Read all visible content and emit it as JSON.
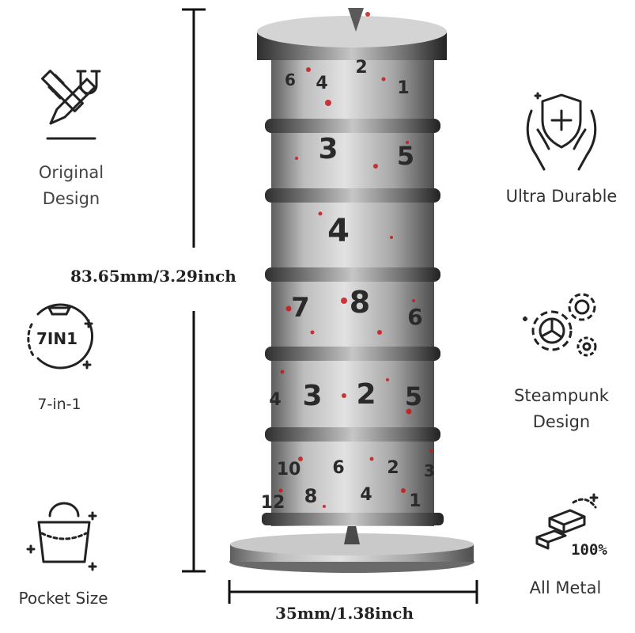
{
  "features": {
    "original_design": "Original\nDesign",
    "seven_in_one": "7-in-1",
    "seven_in_one_badge": "7IN1",
    "pocket_size": "Pocket Size",
    "ultra_durable": "Ultra Durable",
    "steampunk_design": "Steampunk\nDesign",
    "all_metal": "All Metal",
    "all_metal_badge": "100%"
  },
  "dimensions": {
    "height": "83.65mm/3.29inch",
    "width": "35mm/1.38inch"
  },
  "dice_numbers": {
    "row1": [
      "6",
      "4",
      "2",
      "1"
    ],
    "row2": [
      "3",
      "5"
    ],
    "row3": [
      "4"
    ],
    "row4": [
      "7",
      "8",
      "6"
    ],
    "row5": [
      "4",
      "3",
      "2",
      "5"
    ],
    "row6": [
      "10",
      "6",
      "2",
      "3"
    ],
    "row7": [
      "12",
      "8",
      "4",
      "1"
    ]
  },
  "colors": {
    "metal": "#b9b9b9",
    "metal_dark": "#5a5a5a",
    "blood": "#c8181c",
    "ink": "#333333"
  }
}
